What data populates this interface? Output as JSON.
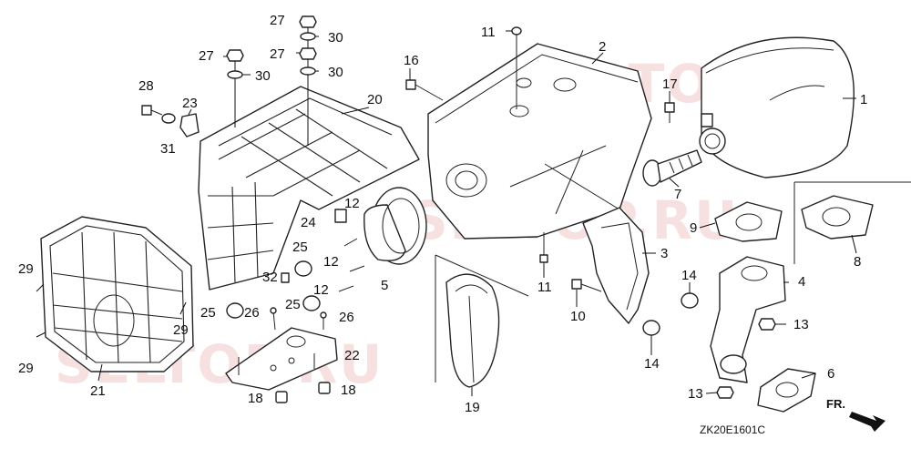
{
  "diagram": {
    "code": "ZK20E1601C",
    "front_label": "FR.",
    "watermarks": [
      "SELTOP.RU",
      "SELTOP.RU",
      "SELTOP.RU"
    ],
    "callouts": {
      "c1": "1",
      "c2": "2",
      "c3": "3",
      "c4": "4",
      "c5": "5",
      "c6": "6",
      "c7": "7",
      "c8": "8",
      "c9": "9",
      "c10": "10",
      "c11a": "11",
      "c11b": "11",
      "c12a": "12",
      "c12b": "12",
      "c12c": "12",
      "c13a": "13",
      "c13b": "13",
      "c14a": "14",
      "c14b": "14",
      "c16": "16",
      "c17": "17",
      "c18a": "18",
      "c18b": "18",
      "c19": "19",
      "c20": "20",
      "c21": "21",
      "c22": "22",
      "c23": "23",
      "c24": "24",
      "c25a": "25",
      "c25b": "25",
      "c25c": "25",
      "c26a": "26",
      "c26b": "26",
      "c27a": "27",
      "c27b": "27",
      "c27c": "27",
      "c28": "28",
      "c29a": "29",
      "c29b": "29",
      "c29c": "29",
      "c30a": "30",
      "c30b": "30",
      "c30c": "30",
      "c31": "31",
      "c32": "32"
    }
  }
}
